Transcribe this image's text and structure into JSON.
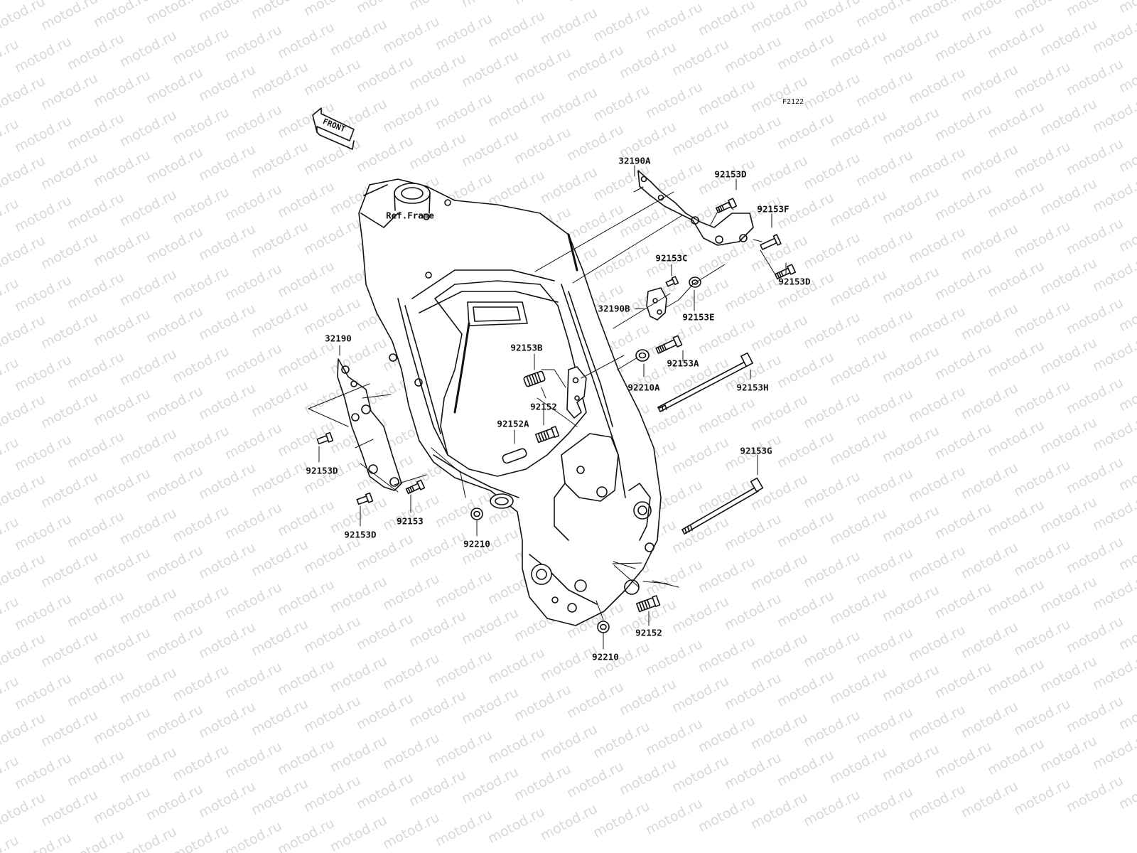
{
  "diagram": {
    "code": "F2122",
    "front_arrow_text": "FRONT",
    "reference_label": "Ref.Frame",
    "watermark_text": "motod.ru",
    "labels": {
      "p32190A": "32190A",
      "p92153D_a": "92153D",
      "p92153F": "92153F",
      "p92153D_b": "92153D",
      "p92153C": "92153C",
      "p32190B": "32190B",
      "p92153E": "92153E",
      "p92153A": "92153A",
      "p92210A": "92210A",
      "p92153H": "92153H",
      "p92153B": "92153B",
      "p92152_a": "92152",
      "p92152A": "92152A",
      "p32190": "32190",
      "p92153D_c": "92153D",
      "p92153": "92153",
      "p92153D_d": "92153D",
      "p92210_a": "92210",
      "p92153G": "92153G",
      "p92152_b": "92152",
      "p92210_b": "92210"
    }
  }
}
